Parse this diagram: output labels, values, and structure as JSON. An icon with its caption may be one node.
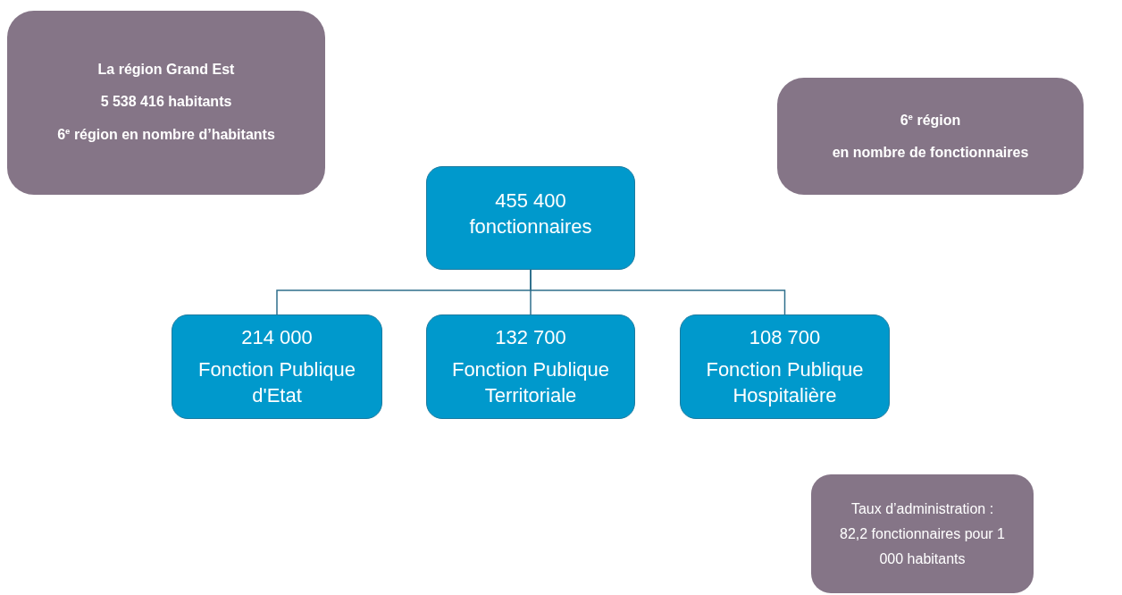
{
  "diagram": {
    "nodes": [
      {
        "text": [
          "La région Grand Est",
          "5 538 416 habitants",
          "6$^{e}$ région en nombre d’habitants"
        ]
      },
      {
        "text": [
          "6$^{e}$ région",
          "en nombre de fonctionnaires"
        ]
      },
      {
        "text": [
          "455 400 fonctionnaires"
        ]
      },
      {
        "text": [
          "214 000",
          "Fonction Publique d'Etat"
        ]
      },
      {
        "text": [
          "132 700",
          "Fonction Publique Territoriale"
        ]
      },
      {
        "text": [
          "108 700",
          "Fonction Publique Hospitalière"
        ]
      },
      {
        "text": [
          "Taux d’administration : 82,2 fonctionnaires pour 1 000 habitants"
        ]
      }
    ],
    "edges": [
      {
        "from": 2,
        "to": 3,
        "arrow": "none"
      },
      {
        "from": 2,
        "to": 4,
        "arrow": "none"
      },
      {
        "from": 2,
        "to": 5,
        "arrow": "none"
      }
    ]
  }
}
